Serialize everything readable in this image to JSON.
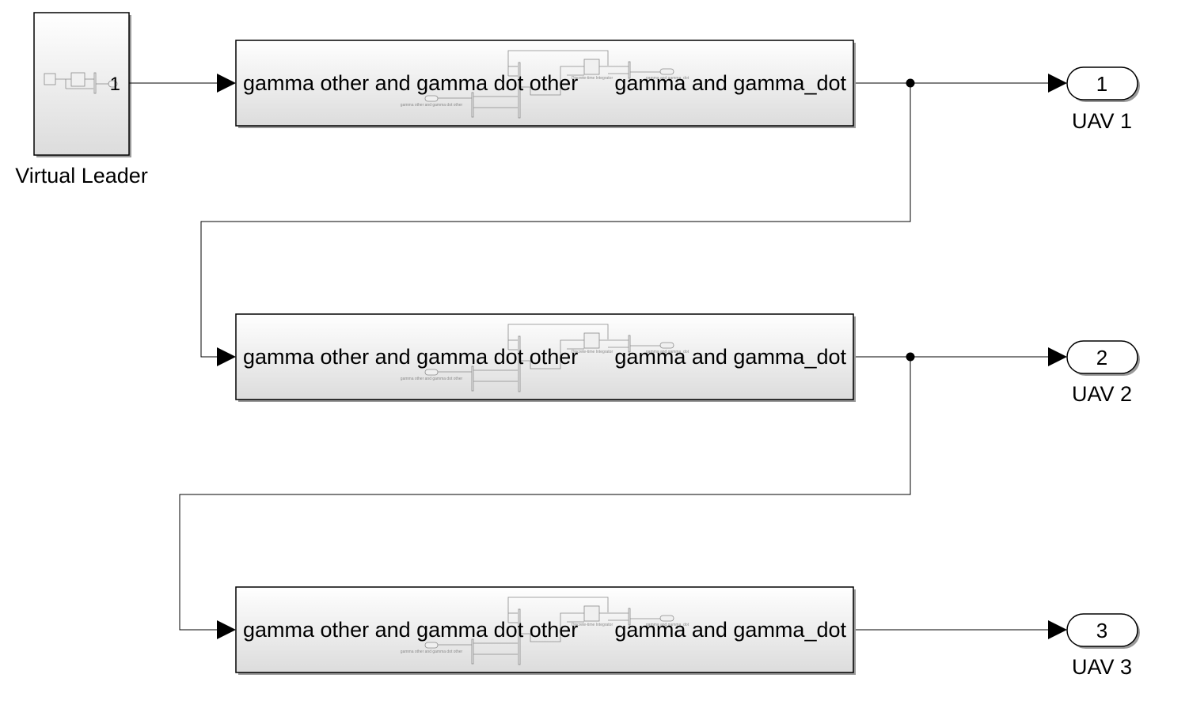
{
  "source_block": {
    "label": "Virtual Leader",
    "output_port": "1"
  },
  "subsystems": [
    {
      "input_port": "gamma other and gamma dot other",
      "output_port": "gamma and gamma_dot",
      "mini": {
        "in_label": "gamma other and gamma dot other",
        "int_label": "Discrete-time Integrator",
        "out_label": "gamma and gamma_dot"
      }
    },
    {
      "input_port": "gamma other and gamma dot other",
      "output_port": "gamma and gamma_dot",
      "mini": {
        "in_label": "gamma other and gamma dot other",
        "int_label": "Discrete-time Integrator",
        "out_label": "gamma and gamma_dot"
      }
    },
    {
      "input_port": "gamma other and gamma dot other",
      "output_port": "gamma and gamma_dot",
      "mini": {
        "in_label": "gamma other and gamma dot other",
        "int_label": "Discrete-time Integrator",
        "out_label": "gamma and gamma_dot"
      }
    }
  ],
  "outports": [
    {
      "number": "1",
      "label": "UAV 1"
    },
    {
      "number": "2",
      "label": "UAV 2"
    },
    {
      "number": "3",
      "label": "UAV 3"
    }
  ]
}
